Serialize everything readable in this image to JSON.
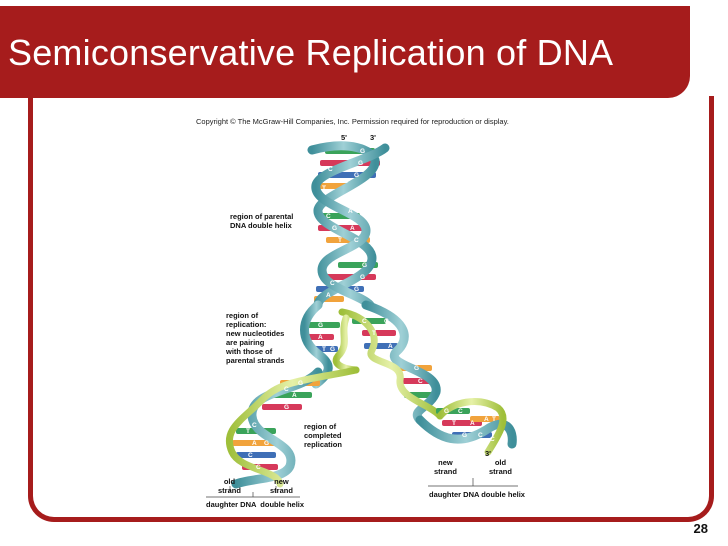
{
  "slide": {
    "title": "Semiconservative Replication of DNA",
    "copyright": "Copyright © The McGraw-Hill Companies, Inc. Permission required for reproduction or display.",
    "page_number": "28"
  },
  "colors": {
    "accent": "#a61c1c",
    "helix_backbone": "#5aa7b0",
    "base_green": "#3aa35a",
    "base_red": "#d6395a",
    "base_orange": "#f1a33c",
    "base_blue": "#3f6fb6",
    "new_strand": "#c8df6a"
  },
  "labels": {
    "top_5prime": "5'",
    "top_3prime": "3'",
    "parental_region": "region of parental\nDNA double helix",
    "replication_region": "region of\nreplication:\nnew nucleotides\nare pairing\nwith those of\nparental strands",
    "completed_region": "region of\ncompleted\nreplication",
    "right_3prime": "3'",
    "left_old_strand": "old\nstrand",
    "left_new_strand": "new\nstrand",
    "left_daughter": "daughter DNA  double helix",
    "right_new_strand": "new\nstrand",
    "right_old_strand": "old\nstrand",
    "right_daughter": "daughter DNA double helix"
  },
  "bases": {
    "top": [
      "G",
      "C",
      "G",
      "C",
      "G",
      "A",
      "T",
      "T",
      "A",
      "C",
      "G",
      "A",
      "T",
      "C",
      "G",
      "C",
      "G",
      "C",
      "G",
      "A"
    ],
    "fork_right": [
      "C",
      "G",
      "T",
      "A",
      "G",
      "C"
    ],
    "fork_left": [
      "G",
      "C",
      "A",
      "T",
      "G"
    ],
    "lower_left": [
      "G",
      "C",
      "A",
      "T",
      "G",
      "C",
      "T",
      "A",
      "G",
      "C",
      "G",
      "C"
    ],
    "lower_right": [
      "G",
      "C",
      "T",
      "A",
      "G",
      "C",
      "A",
      "T",
      "G",
      "C"
    ]
  }
}
